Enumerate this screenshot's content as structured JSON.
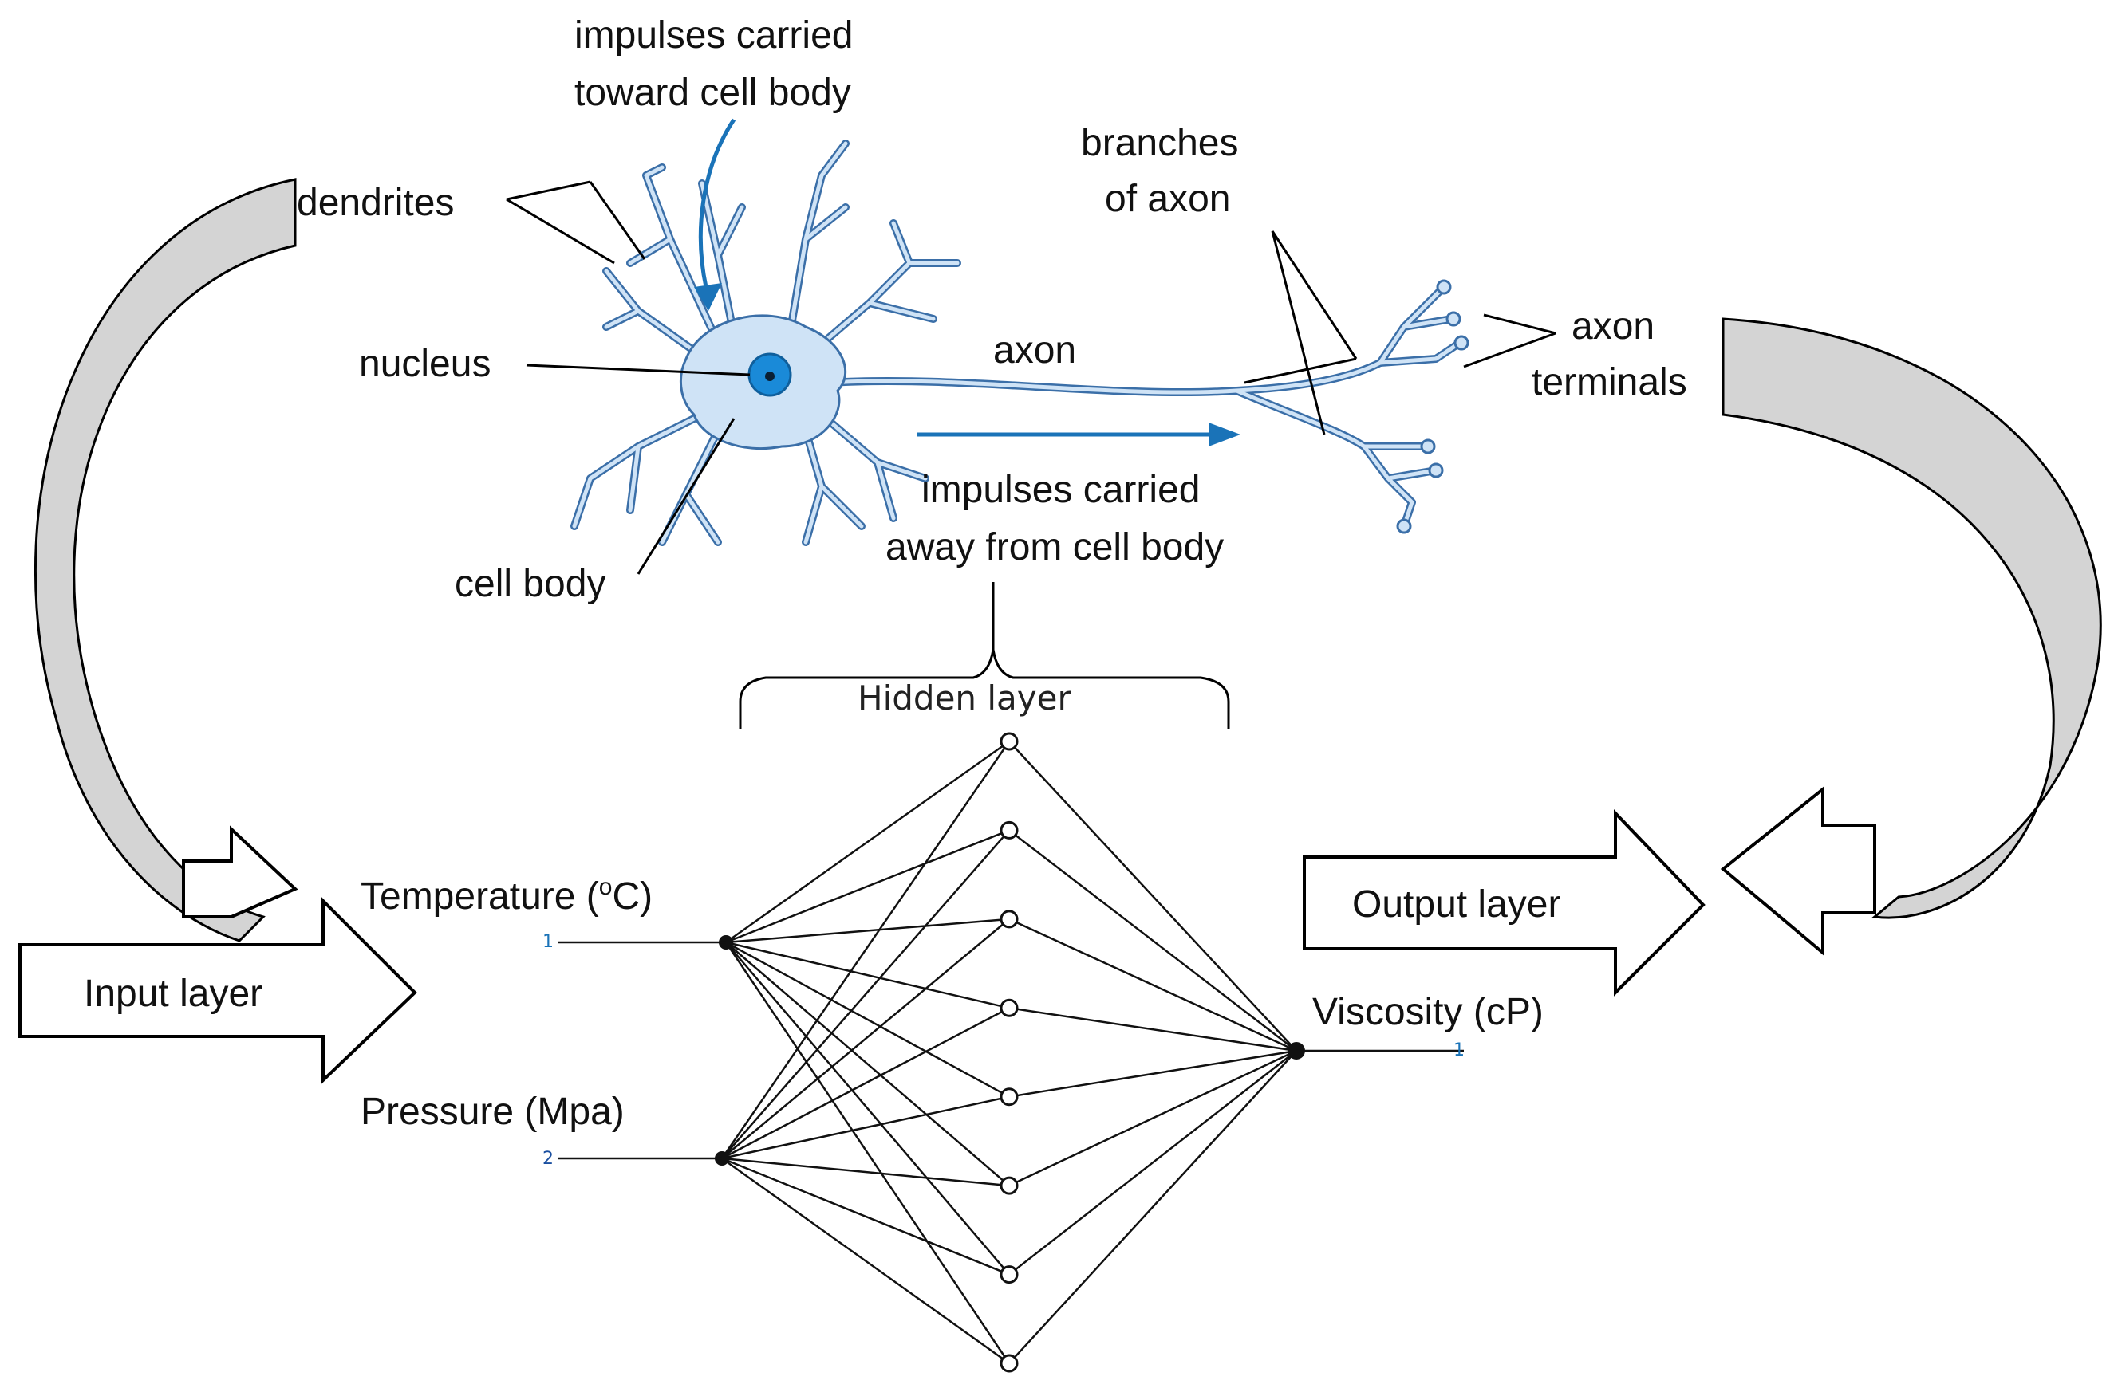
{
  "neuron": {
    "label_impulses_toward_line1": "impulses carried",
    "label_impulses_toward_line2": "toward cell body",
    "label_dendrites": "dendrites",
    "label_nucleus": "nucleus",
    "label_cell_body": "cell body",
    "label_axon": "axon",
    "label_branches_line1": "branches",
    "label_branches_line2": "of axon",
    "label_axon_terminals_line1": "axon",
    "label_axon_terminals_line2": "terminals",
    "label_impulses_away_line1": "impulses carried",
    "label_impulses_away_line2": "away from cell body",
    "cell_color": "#cfe3f6",
    "outline_color": "#3b6fa8",
    "arrow_color": "#1a73b8"
  },
  "network": {
    "hidden_layer_label": "Hidden layer",
    "input_layer_label": "Input layer",
    "output_layer_label": "Output layer",
    "inputs": [
      {
        "name": "Temperature (",
        "sup": "o",
        "tail": "C)",
        "index": "1"
      },
      {
        "name": "Pressure (Mpa)",
        "index": "2"
      }
    ],
    "output": {
      "name": "Viscosity  (cP)",
      "index": "1"
    },
    "hidden_node_count": 8
  }
}
